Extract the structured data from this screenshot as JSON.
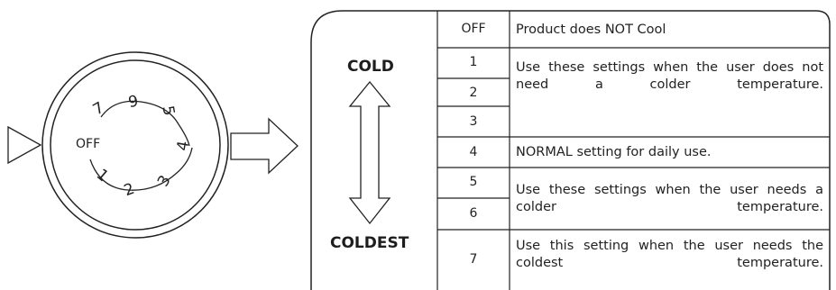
{
  "dial": {
    "off_label": "OFF",
    "numbers": [
      "1",
      "2",
      "3",
      "4",
      "5",
      "6",
      "7"
    ]
  },
  "table": {
    "cold_label": "COLD",
    "coldest_label": "COLDEST",
    "rows": [
      {
        "setting": "OFF",
        "description": "Product does NOT Cool"
      },
      {
        "setting": "1",
        "description": "Use these settings when the user does not need a colder temperature."
      },
      {
        "setting": "2",
        "description": ""
      },
      {
        "setting": "3",
        "description": ""
      },
      {
        "setting": "4",
        "description": "NORMAL setting for daily use."
      },
      {
        "setting": "5",
        "description": "Use these settings when the user needs a colder temperature."
      },
      {
        "setting": "6",
        "description": ""
      },
      {
        "setting": "7",
        "description": "Use this setting when the user needs the coldest temperature."
      }
    ]
  }
}
